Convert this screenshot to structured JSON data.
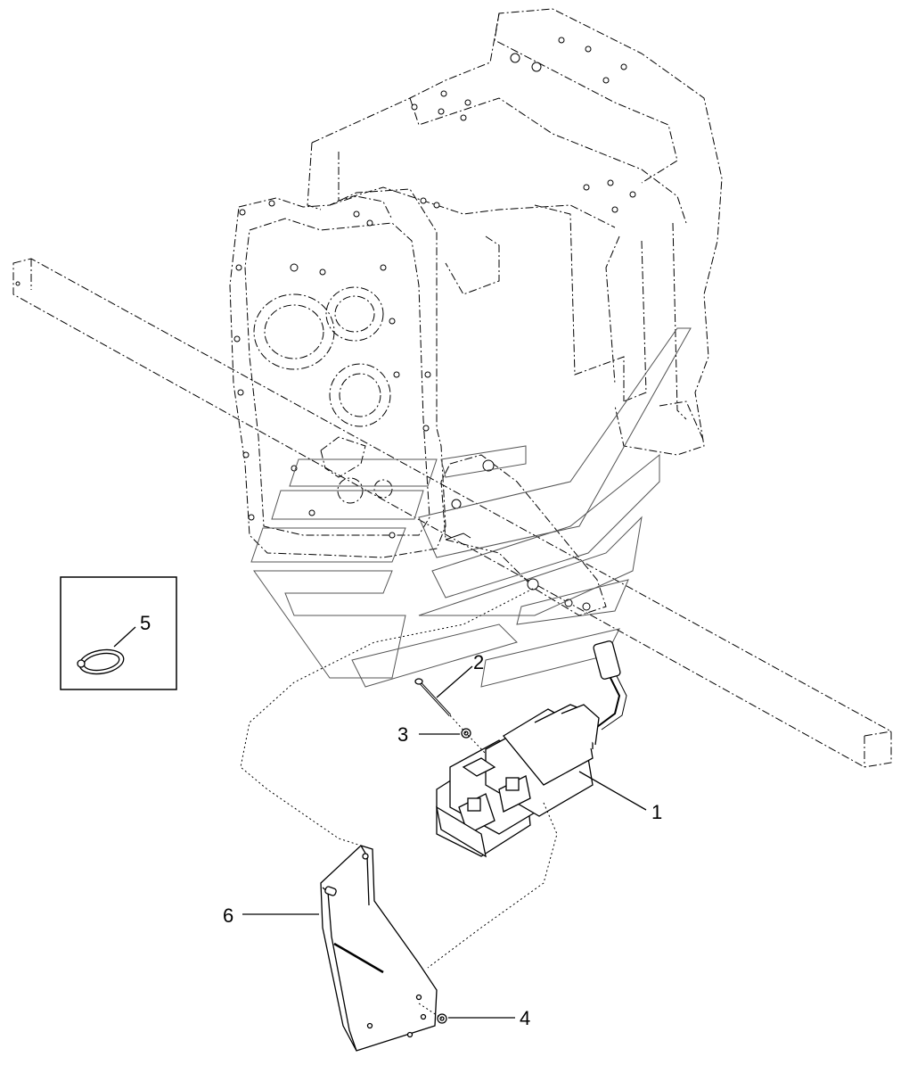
{
  "callouts": [
    {
      "id": "1",
      "label": "1"
    },
    {
      "id": "2",
      "label": "2"
    },
    {
      "id": "3",
      "label": "3"
    },
    {
      "id": "4",
      "label": "4"
    },
    {
      "id": "5",
      "label": "5"
    },
    {
      "id": "6",
      "label": "6"
    }
  ],
  "colors": {
    "line": "#000000",
    "background": "#ffffff",
    "watermark": "#555555"
  }
}
